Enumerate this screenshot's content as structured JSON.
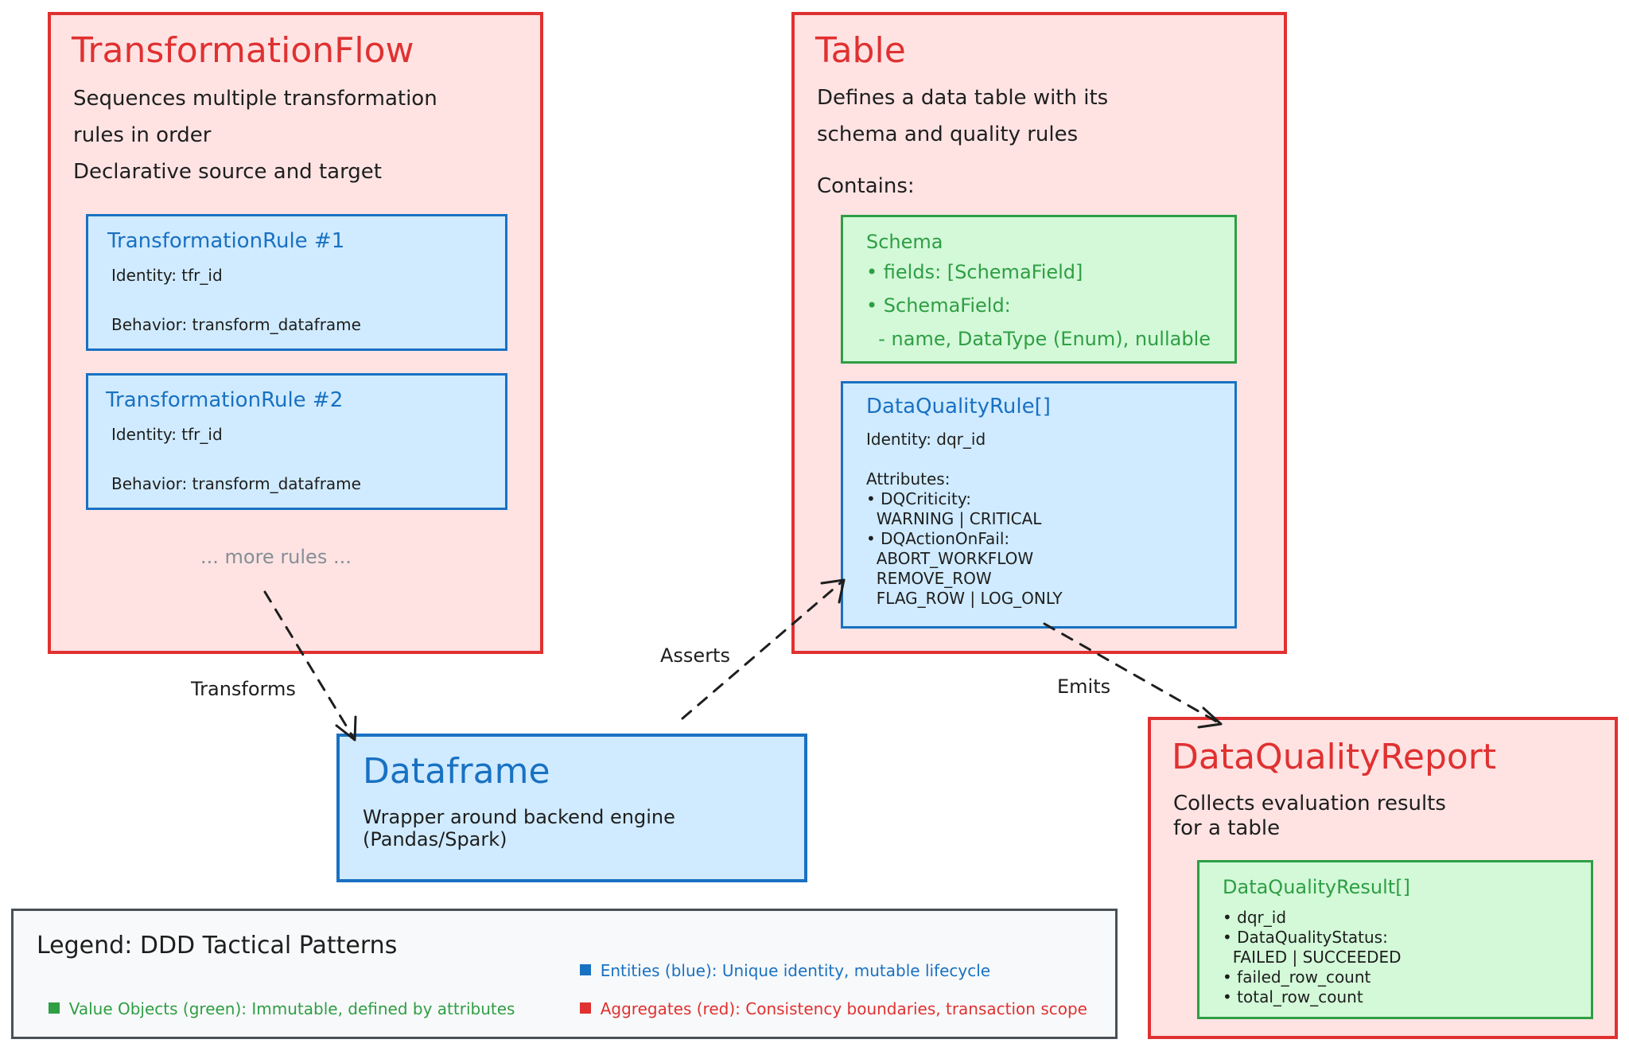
{
  "transformation_flow": {
    "title": "TransformationFlow",
    "desc1": "Sequences multiple transformation",
    "desc2": "rules in order",
    "desc3": "Declarative source and target",
    "rules": [
      {
        "title": "TransformationRule #1",
        "identity": "Identity: tfr_id",
        "behavior": "Behavior: transform_dataframe"
      },
      {
        "title": "TransformationRule #2",
        "identity": "Identity: tfr_id",
        "behavior": "Behavior: transform_dataframe"
      }
    ],
    "more": "... more rules ..."
  },
  "table": {
    "title": "Table",
    "desc1": "Defines a data table with its",
    "desc2": "schema and quality rules",
    "contains": "Contains:",
    "schema": {
      "title": "Schema",
      "line1": "• fields: [SchemaField]",
      "line2": "• SchemaField:",
      "line3": "  - name, DataType (Enum), nullable"
    },
    "dq_rule": {
      "title": "DataQualityRule[]",
      "identity": "Identity: dqr_id",
      "attributes": "Attributes:",
      "l1": "• DQCriticity:",
      "l2": "  WARNING | CRITICAL",
      "l3": "• DQActionOnFail:",
      "l4": "  ABORT_WORKFLOW",
      "l5": "  REMOVE_ROW",
      "l6": "  FLAG_ROW | LOG_ONLY"
    }
  },
  "dataframe": {
    "title": "Dataframe",
    "desc1": "Wrapper around backend engine",
    "desc2": "(Pandas/Spark)"
  },
  "report": {
    "title": "DataQualityReport",
    "desc1": "Collects evaluation results",
    "desc2": "for a table",
    "result": {
      "title": "DataQualityResult[]",
      "l1": "• dqr_id",
      "l2": "• DataQualityStatus:",
      "l3": "  FAILED | SUCCEEDED",
      "l4": "• failed_row_count",
      "l5": "• total_row_count"
    }
  },
  "edges": {
    "transforms": "Transforms",
    "asserts": "Asserts",
    "emits": "Emits"
  },
  "legend": {
    "title": "Legend: DDD Tactical Patterns",
    "entities": "Entities (blue): Unique identity, mutable lifecycle",
    "values": "Value Objects (green): Immutable, defined by attributes",
    "aggregates": "Aggregates (red): Consistency boundaries, transaction scope"
  },
  "colors": {
    "aggregate": "#e03131",
    "entity": "#1971c2",
    "value_object": "#2f9e44"
  }
}
